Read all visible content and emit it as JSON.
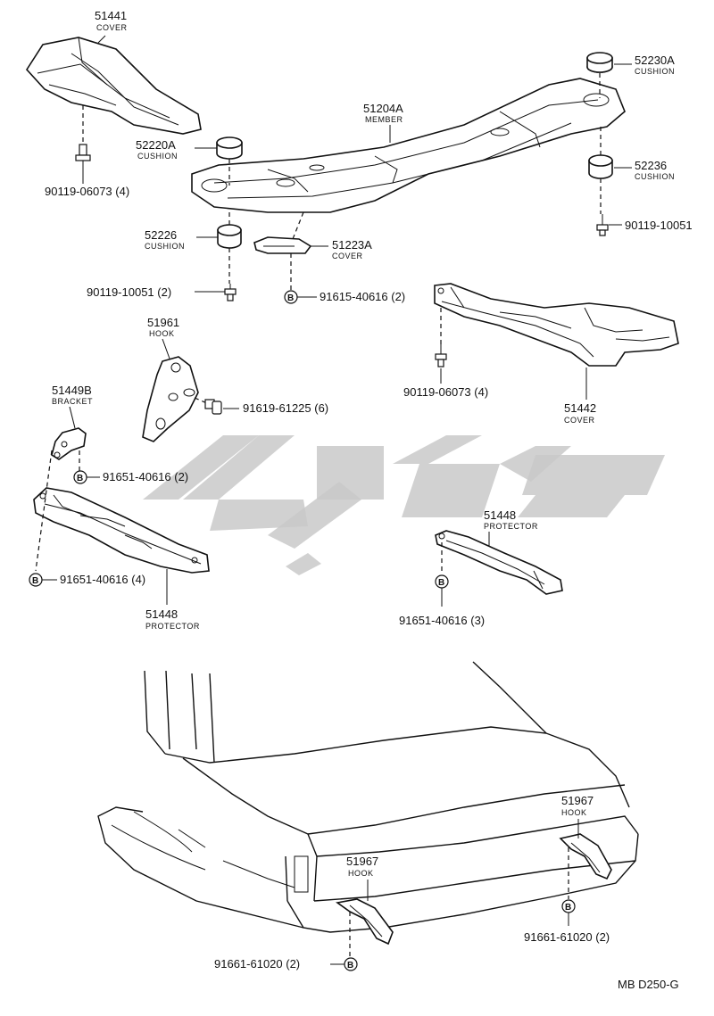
{
  "labels": {
    "c51441": {
      "num": "51441",
      "sub": "COVER"
    },
    "c52230a": {
      "num": "52230A",
      "sub": "CUSHION"
    },
    "c51204a": {
      "num": "51204A",
      "sub": "MEMBER"
    },
    "c52220a": {
      "num": "52220A",
      "sub": "CUSHION"
    },
    "c52236": {
      "num": "52236",
      "sub": "CUSHION"
    },
    "bolt_90119_06073_a": {
      "num": "90119-06073 (4)"
    },
    "bolt_90119_10051_r": {
      "num": "90119-10051"
    },
    "c52226": {
      "num": "52226",
      "sub": "CUSHION"
    },
    "c51223a": {
      "num": "51223A",
      "sub": "COVER"
    },
    "bolt_90119_10051_2": {
      "num": "90119-10051 (2)"
    },
    "b_91615_40616": {
      "num": "91615-40616 (2)"
    },
    "c51961": {
      "num": "51961",
      "sub": "HOOK"
    },
    "bolt_91619_61225": {
      "num": "91619-61225 (6)"
    },
    "bolt_90119_06073_b": {
      "num": "90119-06073 (4)"
    },
    "c51442": {
      "num": "51442",
      "sub": "COVER"
    },
    "c51449b": {
      "num": "51449B",
      "sub": "BRACKET"
    },
    "b_91651_40616_2": {
      "num": "91651-40616 (2)"
    },
    "c51448_r": {
      "num": "51448",
      "sub": "PROTECTOR"
    },
    "b_91651_40616_4": {
      "num": "91651-40616 (4)"
    },
    "c51448_l": {
      "num": "51448",
      "sub": "PROTECTOR"
    },
    "b_91651_40616_3": {
      "num": "91651-40616 (3)"
    },
    "c51967_r": {
      "num": "51967",
      "sub": "HOOK"
    },
    "c51967_l": {
      "num": "51967",
      "sub": "HOOK"
    },
    "b_91661_61020_r": {
      "num": "91661-61020 (2)"
    },
    "b_91661_61020_l": {
      "num": "91661-61020 (2)"
    }
  },
  "bolt_marker": "B",
  "footer_code": "MB D250-G",
  "colors": {
    "ink": "#111111",
    "watermark": "#c9c9c9",
    "background": "#ffffff"
  }
}
